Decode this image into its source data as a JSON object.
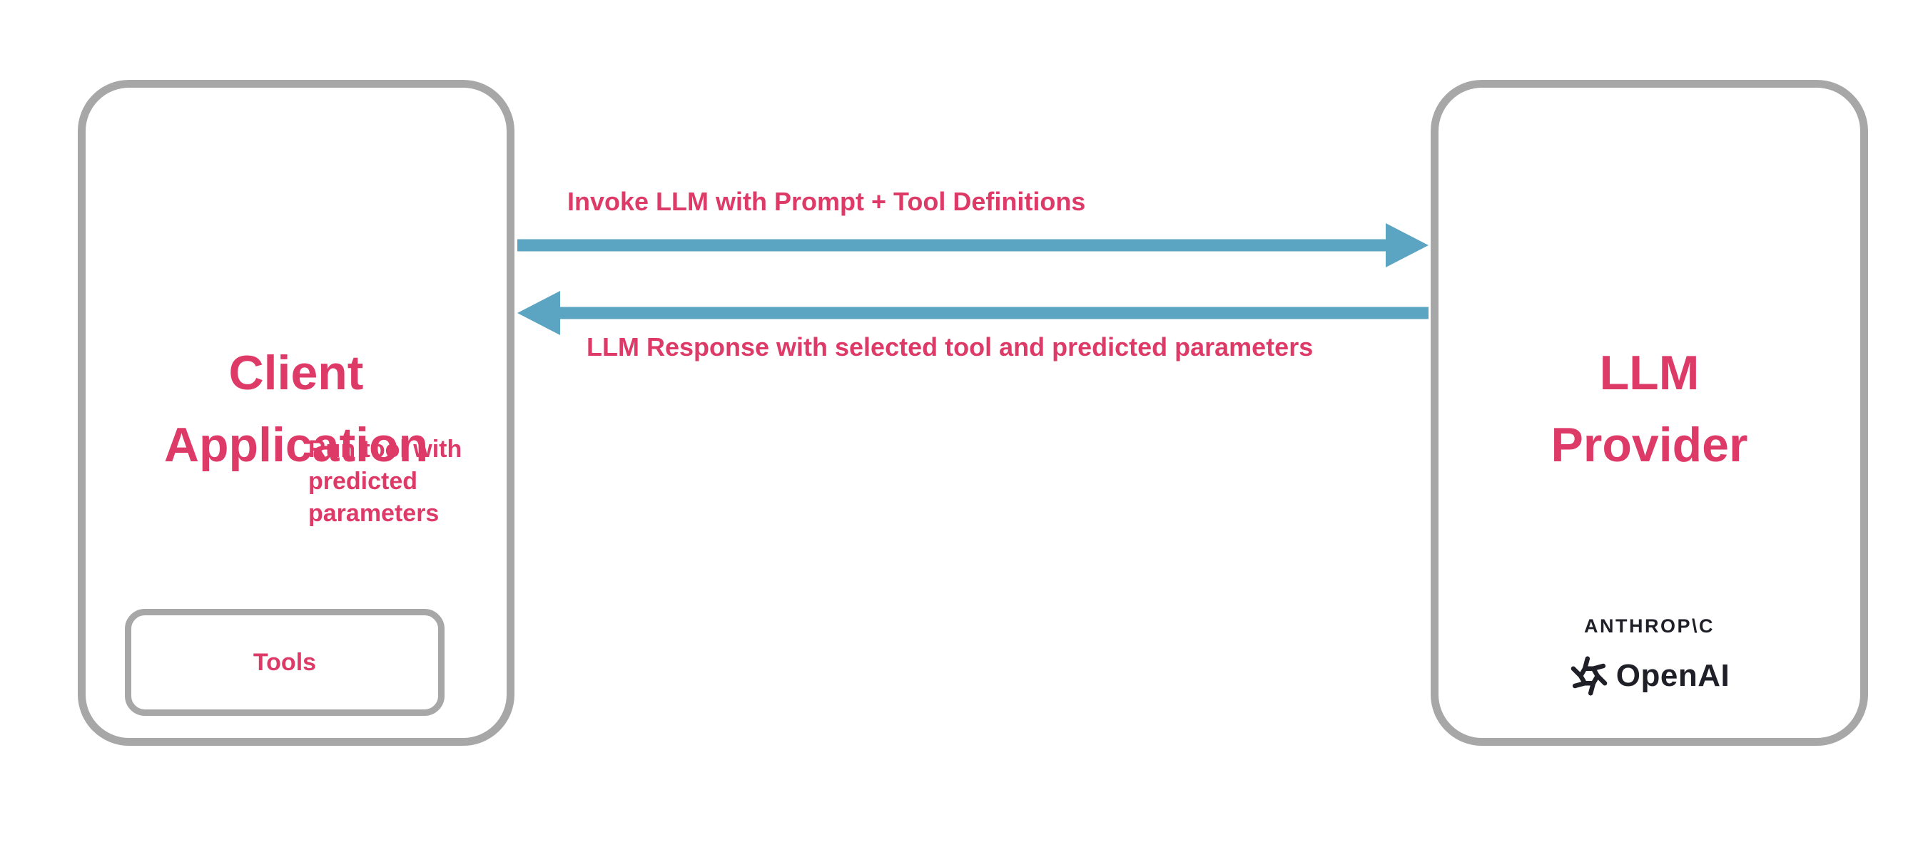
{
  "colors": {
    "accent": "#de3a68",
    "arrow": "#5ba4c2",
    "border": "#a7a7a7",
    "ink": "#1f1f28"
  },
  "client_box": {
    "title": "Client Application",
    "tools_label": "Tools",
    "run_tool_label": "Run tool with predicted parameters"
  },
  "provider_box": {
    "title": "LLM Provider",
    "anthropic_logo": "ANTHROP\\C",
    "openai_logo": "OpenAI"
  },
  "arrows": {
    "invoke_label": "Invoke LLM with Prompt + Tool Definitions",
    "response_label": "LLM Response with selected tool and predicted parameters"
  }
}
